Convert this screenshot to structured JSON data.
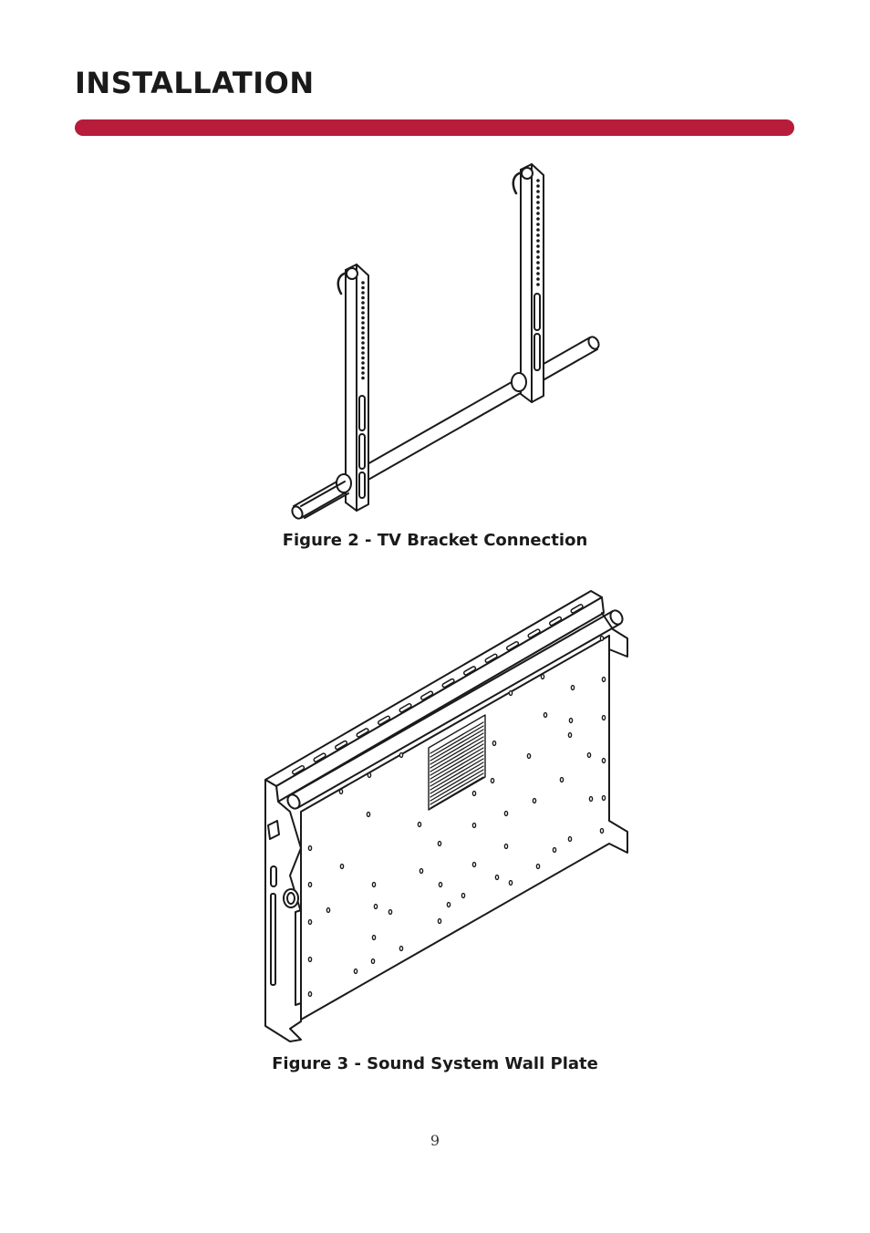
{
  "page": {
    "title": "INSTALLATION",
    "accent_color": "#b71c3a",
    "page_number": "9"
  },
  "figures": [
    {
      "caption": "Figure 2 - TV Bracket Connection",
      "icon": "tv-bracket-drawing"
    },
    {
      "caption": "Figure 3 - Sound System Wall Plate",
      "icon": "wall-plate-drawing"
    }
  ]
}
